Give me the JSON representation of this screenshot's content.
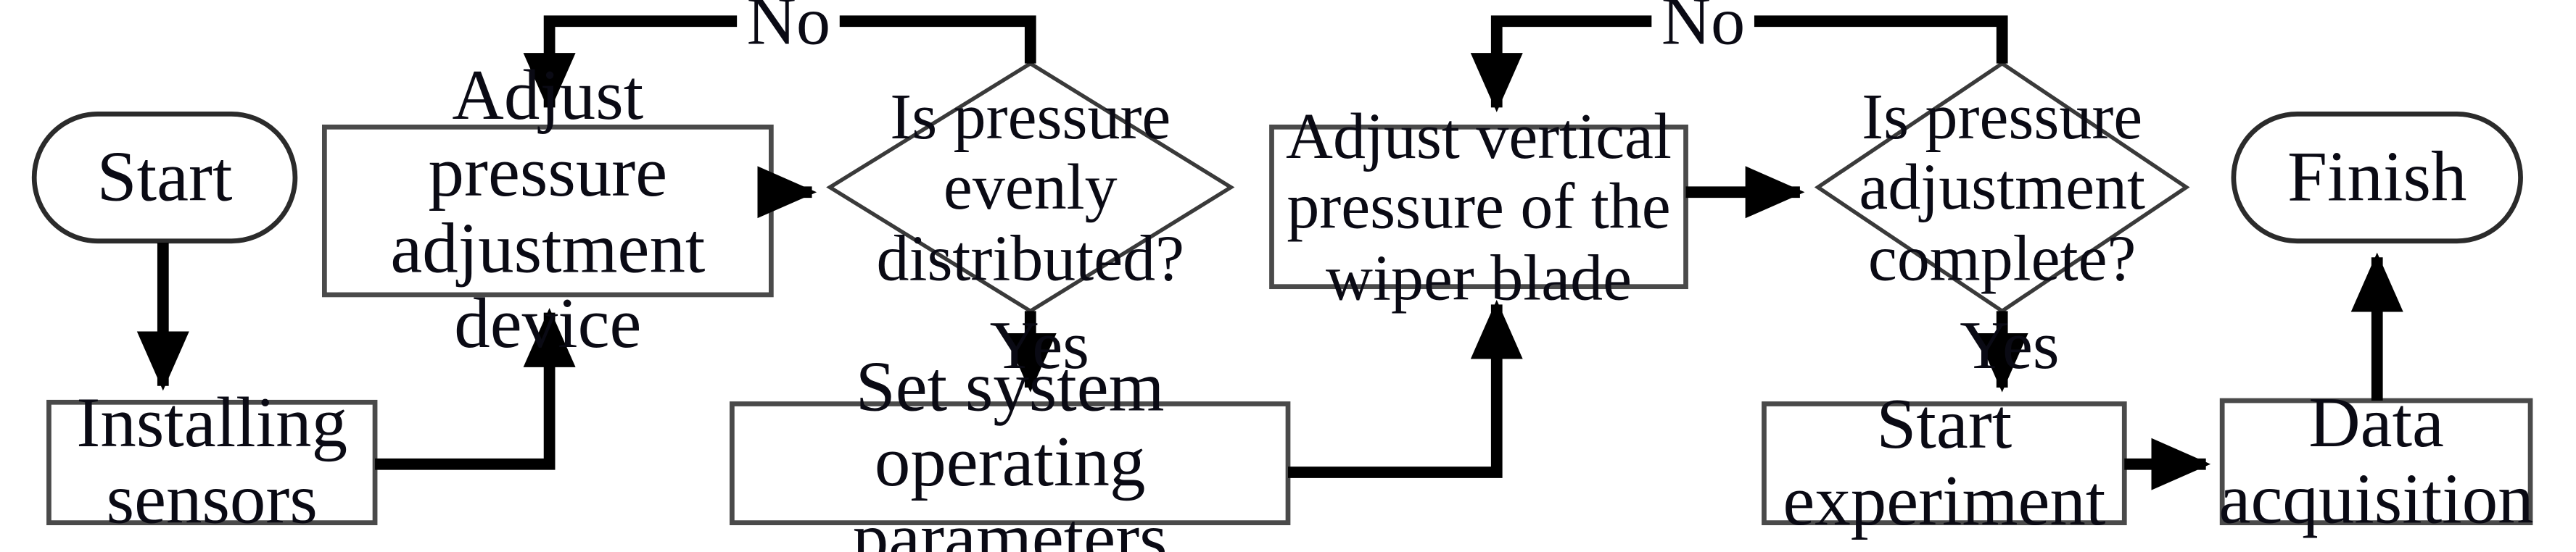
{
  "diagram": {
    "type": "flowchart",
    "title": "",
    "orientation": "left-to-right",
    "background_color": "#ffffff",
    "line_color": "#000000",
    "text_color": "#0a0a14",
    "nodes": [
      {
        "id": "start",
        "shape": "stadium",
        "label": "Start"
      },
      {
        "id": "install",
        "shape": "rectangle",
        "label": "Installing\nsensors"
      },
      {
        "id": "adjust_dev",
        "shape": "rectangle",
        "label": "Adjust pressure\nadjustment device"
      },
      {
        "id": "decision1",
        "shape": "diamond",
        "label": "Is pressure\nevenly\ndistributed?"
      },
      {
        "id": "set_params",
        "shape": "rectangle",
        "label": "Set system operating\nparameters"
      },
      {
        "id": "adjust_blade",
        "shape": "rectangle",
        "label": "Adjust vertical\npressure of the\nwiper blade"
      },
      {
        "id": "decision2",
        "shape": "diamond",
        "label": "Is pressure\nadjustment\ncomplete?"
      },
      {
        "id": "start_exp",
        "shape": "rectangle",
        "label": "Start\nexperiment"
      },
      {
        "id": "data_acq",
        "shape": "rectangle",
        "label": "Data\nacquisition"
      },
      {
        "id": "finish",
        "shape": "stadium",
        "label": "Finish"
      }
    ],
    "edges": [
      {
        "from": "start",
        "to": "install",
        "label": ""
      },
      {
        "from": "install",
        "to": "adjust_dev",
        "label": ""
      },
      {
        "from": "adjust_dev",
        "to": "decision1",
        "label": ""
      },
      {
        "from": "decision1",
        "to": "adjust_dev",
        "label": "No"
      },
      {
        "from": "decision1",
        "to": "set_params",
        "label": "Yes"
      },
      {
        "from": "set_params",
        "to": "adjust_blade",
        "label": ""
      },
      {
        "from": "adjust_blade",
        "to": "decision2",
        "label": ""
      },
      {
        "from": "decision2",
        "to": "adjust_blade",
        "label": "No"
      },
      {
        "from": "decision2",
        "to": "start_exp",
        "label": "Yes"
      },
      {
        "from": "start_exp",
        "to": "data_acq",
        "label": ""
      },
      {
        "from": "data_acq",
        "to": "finish",
        "label": ""
      }
    ],
    "edge_labels": {
      "no_left": "No",
      "yes_left": "Yes",
      "no_right": "No",
      "yes_right": "Yes"
    }
  }
}
